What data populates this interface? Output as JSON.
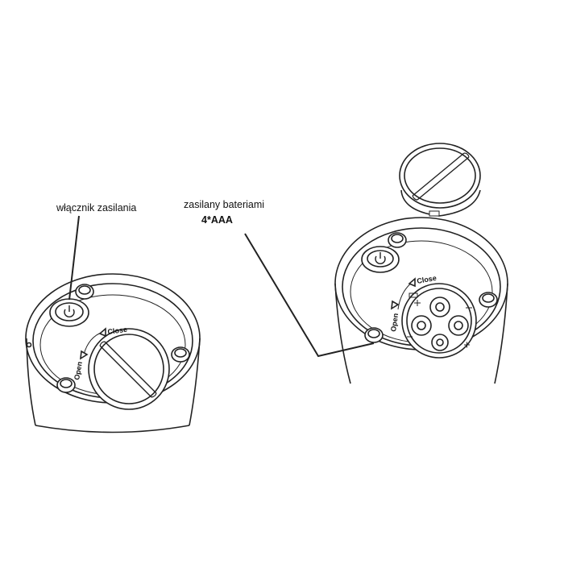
{
  "labels": {
    "power_switch": "włącznik zasilania",
    "battery_powered": "zasilany bateriami",
    "battery_spec": "4*AAA"
  },
  "dial_markings": {
    "open": "Open",
    "close": "Close"
  },
  "colors": {
    "line": "#222222",
    "background": "#ffffff"
  }
}
